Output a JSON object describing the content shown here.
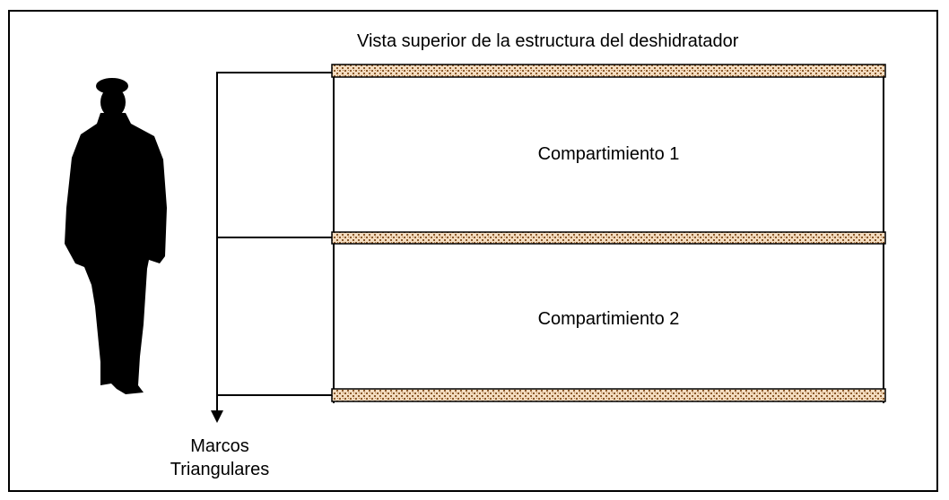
{
  "diagram": {
    "title": "Vista superior de la estructura del deshidratador",
    "compartments": [
      {
        "label": "Compartimiento 1"
      },
      {
        "label": "Compartimiento 2"
      }
    ],
    "frames_label_line1": "Marcos",
    "frames_label_line2": "Triangulares",
    "colors": {
      "frame_fill": "#f3dcc0",
      "frame_pattern": "#8b5a2b",
      "line": "#000000",
      "silhouette": "#000000"
    },
    "icons": {
      "person": "person-silhouette-icon",
      "arrow": "arrow-down-icon"
    }
  }
}
